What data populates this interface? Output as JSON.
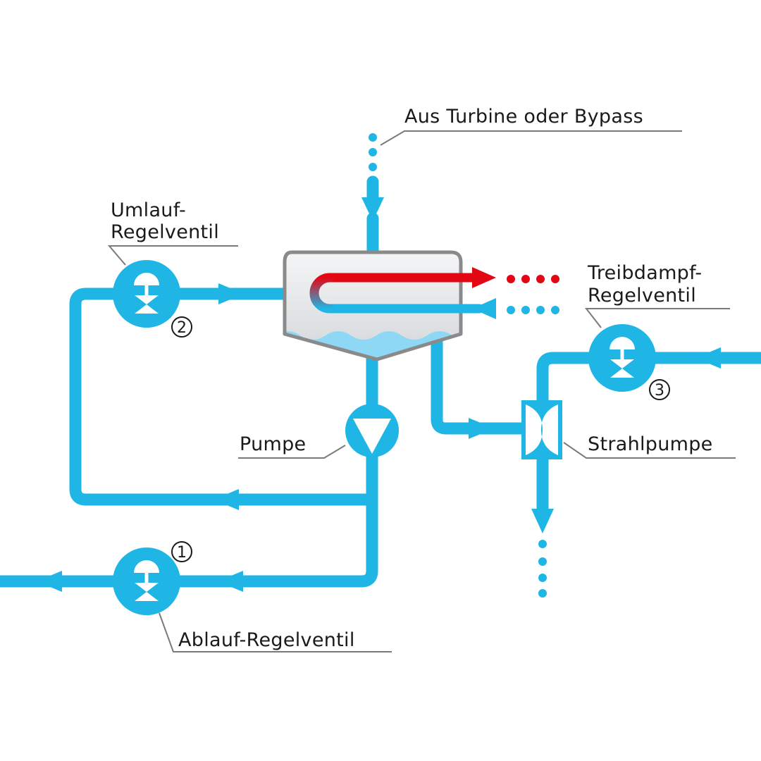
{
  "labels": {
    "turbine_inlet": "Aus Turbine oder Bypass",
    "recirculation_valve": [
      "Umlauf-",
      "Regelventil"
    ],
    "motive_steam_valve": [
      "Treibdampf-",
      "Regelventil"
    ],
    "pump": "Pumpe",
    "jet_pump": "Strahlpumpe",
    "drain_valve": "Ablauf-Regelventil"
  },
  "valve_numbers": {
    "drain": "1",
    "recirculation": "2",
    "motive_steam": "3"
  },
  "icons": [
    "control-valve-icon",
    "pump-icon",
    "jet-pump-icon",
    "heat-exchanger-icon",
    "flow-arrow-icon"
  ],
  "colors": {
    "pipe": "#1fb6e6",
    "hot_tube": "#e30613",
    "water": "#8fd8f5",
    "vessel_fill": "#e6e8ea",
    "vessel_outline": "#8a8a8a",
    "text": "#1a1a1a"
  }
}
